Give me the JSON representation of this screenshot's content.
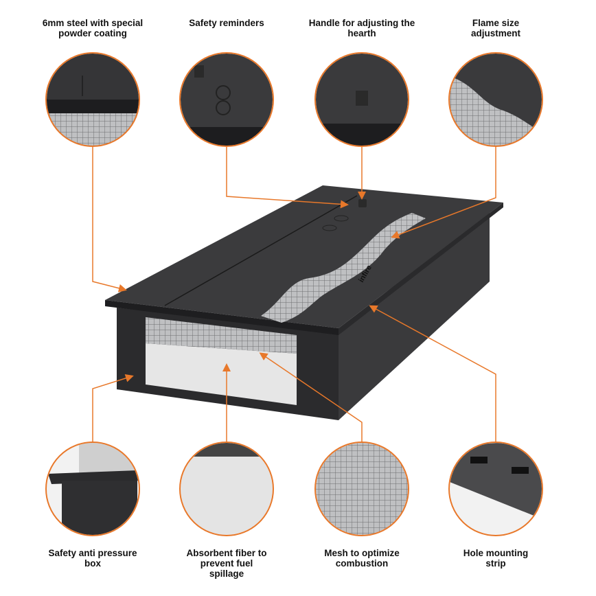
{
  "accent_color": "#e8782a",
  "brand_logo": "infire",
  "callouts_top": [
    {
      "label": "6mm steel with special powder coating"
    },
    {
      "label": "Safety reminders"
    },
    {
      "label": "Handle for adjusting the hearth"
    },
    {
      "label": "Flame size adjustment"
    }
  ],
  "callouts_bottom": [
    {
      "label": "Safety anti pressure box"
    },
    {
      "label": "Absorbent fiber to prevent fuel spillage"
    },
    {
      "label": "Mesh to optimize combustion"
    },
    {
      "label": "Hole mounting strip"
    }
  ]
}
